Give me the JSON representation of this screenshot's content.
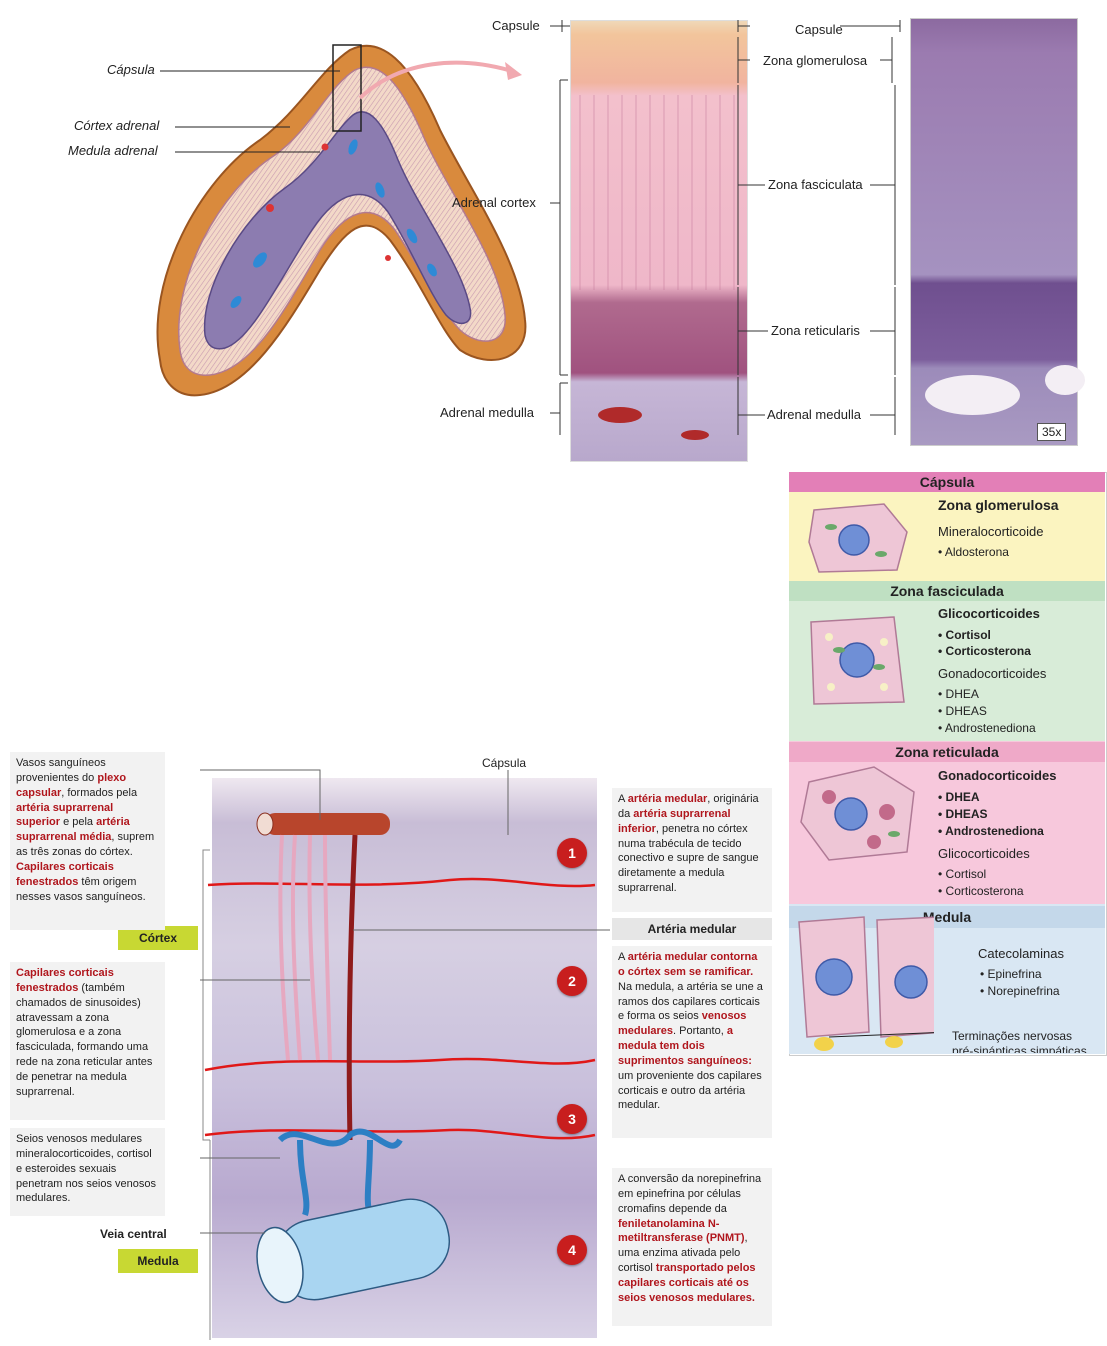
{
  "gland": {
    "capsula": "Cápsula",
    "cortex_adrenal": "Córtex adrenal",
    "medula_adrenal": "Medula adrenal"
  },
  "histology": {
    "left_labels": {
      "capsule": "Capsule",
      "adrenal_cortex": "Adrenal cortex",
      "adrenal_medulla": "Adrenal medulla"
    },
    "right_labels": {
      "capsule": "Capsule",
      "zona_glomerulosa": "Zona glomerulosa",
      "zona_fasciculata": "Zona fasciculata",
      "zona_reticularis": "Zona reticularis",
      "adrenal_medulla": "Adrenal medulla"
    },
    "magnification": "35x"
  },
  "zones_table": {
    "capsula": "Cápsula",
    "glomerulosa": {
      "title": "Zona glomerulosa",
      "group": "Mineralocorticoide",
      "items": [
        "• Aldosterona"
      ]
    },
    "fasciculada": {
      "title": "Zona fasciculada",
      "group1": "Glicocorticoides",
      "items1": [
        "• Cortisol",
        "• Corticosterona"
      ],
      "group2": "Gonadocorticoides",
      "items2": [
        "• DHEA",
        "• DHEAS",
        "• Androstenediona"
      ]
    },
    "reticulada": {
      "title": "Zona reticulada",
      "group1": "Gonadocorticoides",
      "items1": [
        "• DHEA",
        "• DHEAS",
        "• Androstenediona"
      ],
      "group2": "Glicocorticoides",
      "items2": [
        "• Cortisol",
        "• Corticosterona"
      ]
    },
    "medula": {
      "title": "Medula",
      "group": "Catecolaminas",
      "items": [
        "• Epinefrina",
        "• Norepinefrina"
      ],
      "nerve": "Terminações nervosas",
      "nerve2": "pré-sinápticas simpáticas"
    }
  },
  "blood_supply": {
    "capsula": "Cápsula",
    "cortex_tag": "Córtex",
    "medula_tag": "Medula",
    "veia_central": "Veia central",
    "arteria_medular_label": "Artéria medular",
    "numbers": [
      "1",
      "2",
      "3",
      "4"
    ],
    "box1": {
      "t1": "Vasos sanguíneos provenientes do ",
      "r1": "plexo capsular",
      "t2": ", formados pela ",
      "r2": "artéria suprarrenal superior",
      "t3": " e pela ",
      "r3": "artéria suprarrenal média",
      "t4": ", suprem as três zonas do córtex. ",
      "r4": "Capilares corticais fenestrados",
      "t5": " têm origem nesses vasos sanguíneos."
    },
    "box2": {
      "r1": "Capilares corticais fenestrados",
      "t1": " (também chamados de sinusoides) atravessam a zona glomerulosa e a zona fasciculada, formando uma rede na zona reticular antes de penetrar na medula suprarrenal."
    },
    "box3": {
      "t1": "Seios venosos medulares mineralocorticoides, cortisol e esteroides sexuais penetram nos seios venosos medulares."
    },
    "rbox1": {
      "t1": "A ",
      "r1": "artéria medular",
      "t2": ", originária da ",
      "r2": "artéria suprarrenal inferior",
      "t3": ", penetra no córtex numa trabécula de tecido conectivo e supre de sangue diretamente a medula suprarrenal."
    },
    "rbox2": {
      "t1": "A ",
      "r1": "artéria medular contorna o córtex sem se ramificar.",
      "t2": " Na medula, a artéria se une a ramos dos capilares corticais e forma os seios ",
      "r2": "venosos medulares",
      "t3": ". Portanto, ",
      "r3": "a medula tem dois suprimentos sanguíneos:",
      "t4": " um proveniente dos capilares corticais e outro da artéria medular."
    },
    "rbox3": {
      "t1": "A conversão da norepinefrina em epinefrina por células cromafins depende da ",
      "r1": "feniletanolamina N-metiltransferase (PNMT)",
      "t2": ", uma enzima ativada pelo cortisol ",
      "r2": "transportado pelos capilares corticais até os seios venosos medulares."
    }
  }
}
